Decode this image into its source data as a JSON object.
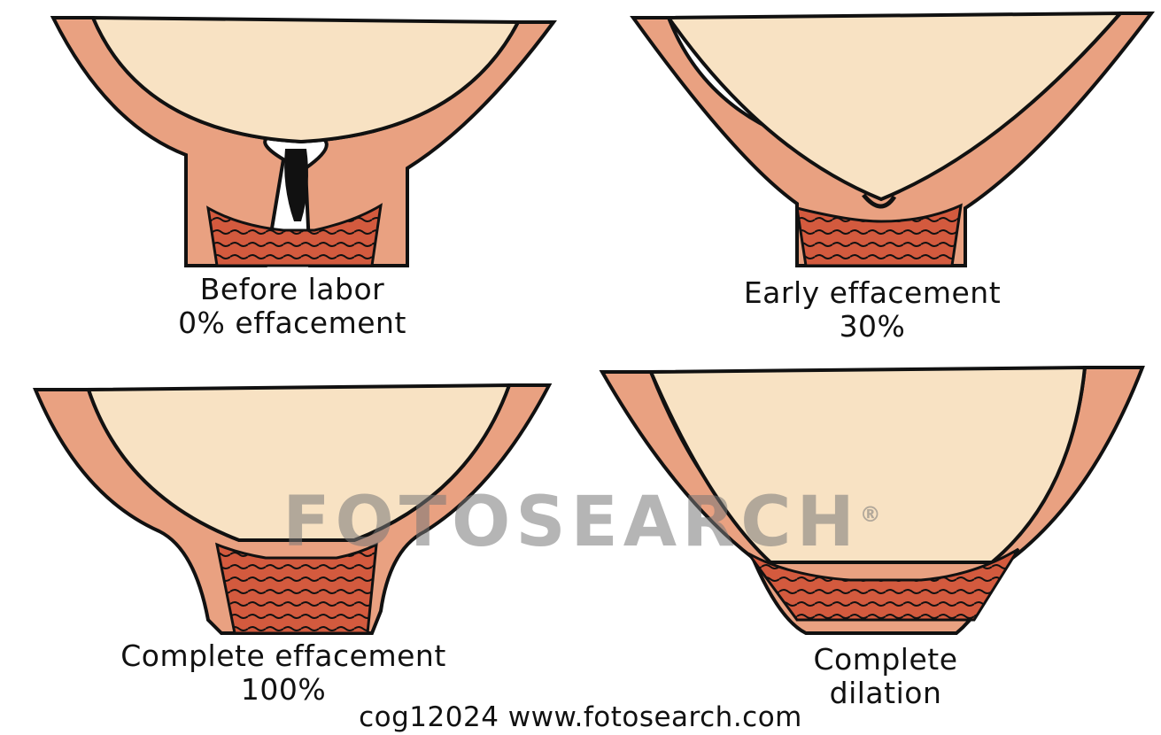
{
  "colors": {
    "background": "#ffffff",
    "uterus_wall": "#e9a181",
    "amniotic_fill": "#f8e2c3",
    "cervix_canal": "#d35a3e",
    "outline": "#111111",
    "watermark": "#8a8a8a"
  },
  "panels": [
    {
      "id": "before-labor",
      "line1": "Before labor",
      "line2": "0% effacement"
    },
    {
      "id": "early-effacement",
      "line1": "Early effacement",
      "line2": "30%"
    },
    {
      "id": "complete-effacement",
      "line1": "Complete effacement",
      "line2": "100%"
    },
    {
      "id": "complete-dilation",
      "line1": "Complete",
      "line2": "dilation"
    }
  ],
  "watermark": "FOTOSEARCH",
  "watermark_mark": "®",
  "footer": "cog12024  www.fotosearch.com"
}
